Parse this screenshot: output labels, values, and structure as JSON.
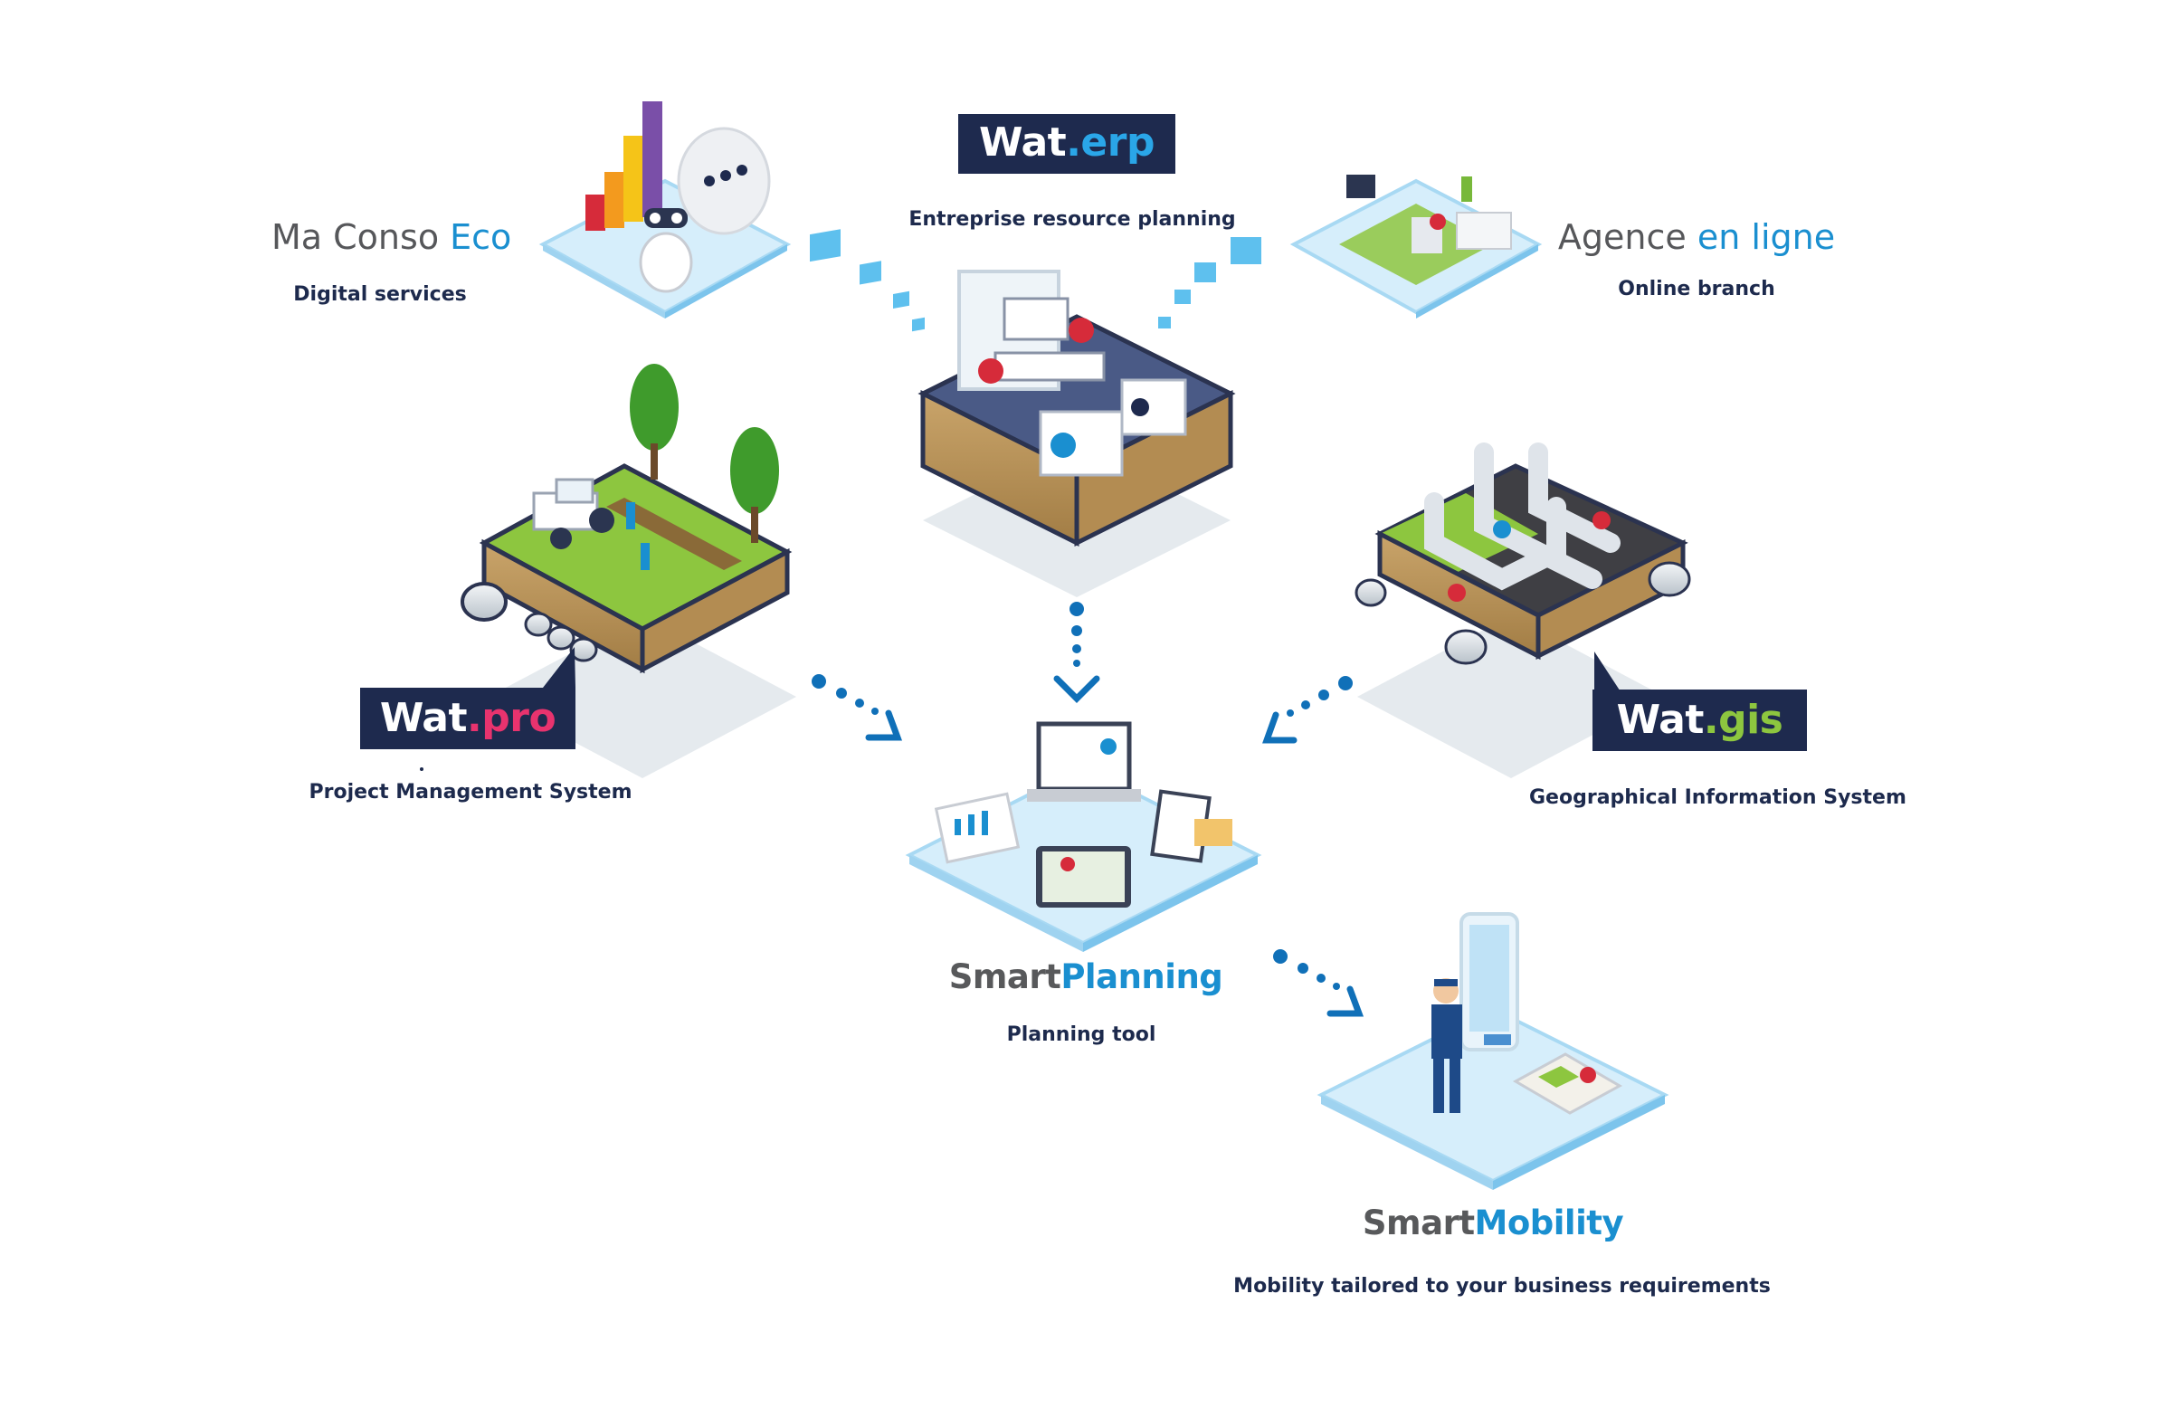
{
  "nodes": {
    "ma_conso": {
      "brand_main": "Ma Conso ",
      "brand_accent": "Eco",
      "subtitle": "Digital services"
    },
    "wat_erp": {
      "badge_main": "Wat",
      "badge_accent": ".erp",
      "subtitle": "Entreprise resource planning"
    },
    "agence": {
      "brand_main": "Agence ",
      "brand_accent": "en ligne",
      "subtitle": "Online branch"
    },
    "wat_pro": {
      "badge_main": "Wat",
      "badge_accent": ".pro",
      "subtitle": "Project Management System"
    },
    "wat_gis": {
      "badge_main": "Wat",
      "badge_accent": ".gis",
      "subtitle": "Geographical Information System"
    },
    "smart_planning": {
      "brand_main": "Smart",
      "brand_accent": "Planning",
      "subtitle": "Planning tool"
    },
    "smart_mobility": {
      "brand_main": "Smart",
      "brand_accent": "Mobility",
      "subtitle": "Mobility tailored to your business requirements"
    }
  },
  "colors": {
    "navy": "#1e2a4e",
    "accent_blue": "#1a8fd0",
    "pro_pink": "#e8336e",
    "gis_green": "#8dc63f",
    "platform_blue": "#cfeaf8",
    "arrow_blue": "#1070b8"
  }
}
